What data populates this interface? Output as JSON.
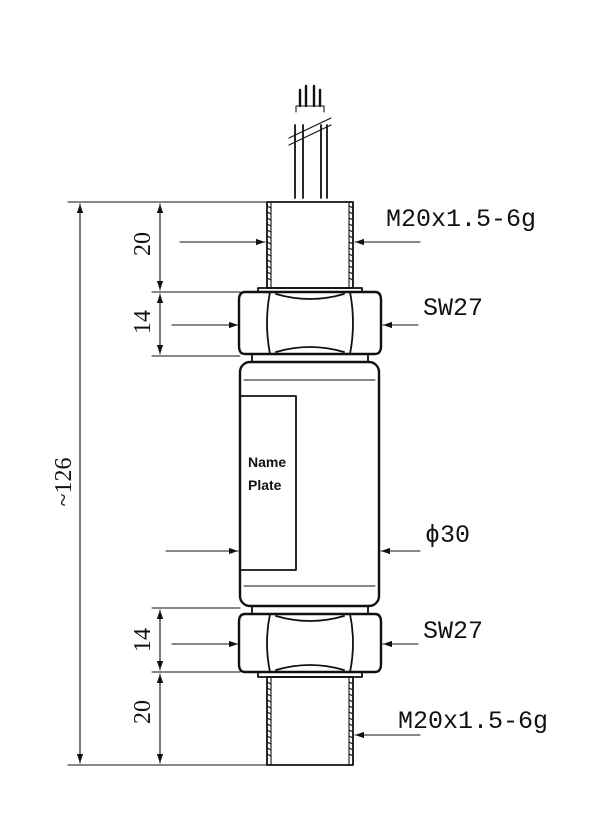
{
  "drawing": {
    "thread_top": "M20x1.5-6g",
    "hex_top": "SW27",
    "body_diameter": "ϕ30",
    "hex_bottom": "SW27",
    "thread_bottom": "M20x1.5-6g",
    "overall_length": "~126",
    "dim_thread_top": "20",
    "dim_hex_top": "14",
    "dim_hex_bottom": "14",
    "dim_thread_bottom": "20",
    "name_plate_line1": "Name",
    "name_plate_line2": "Plate"
  }
}
